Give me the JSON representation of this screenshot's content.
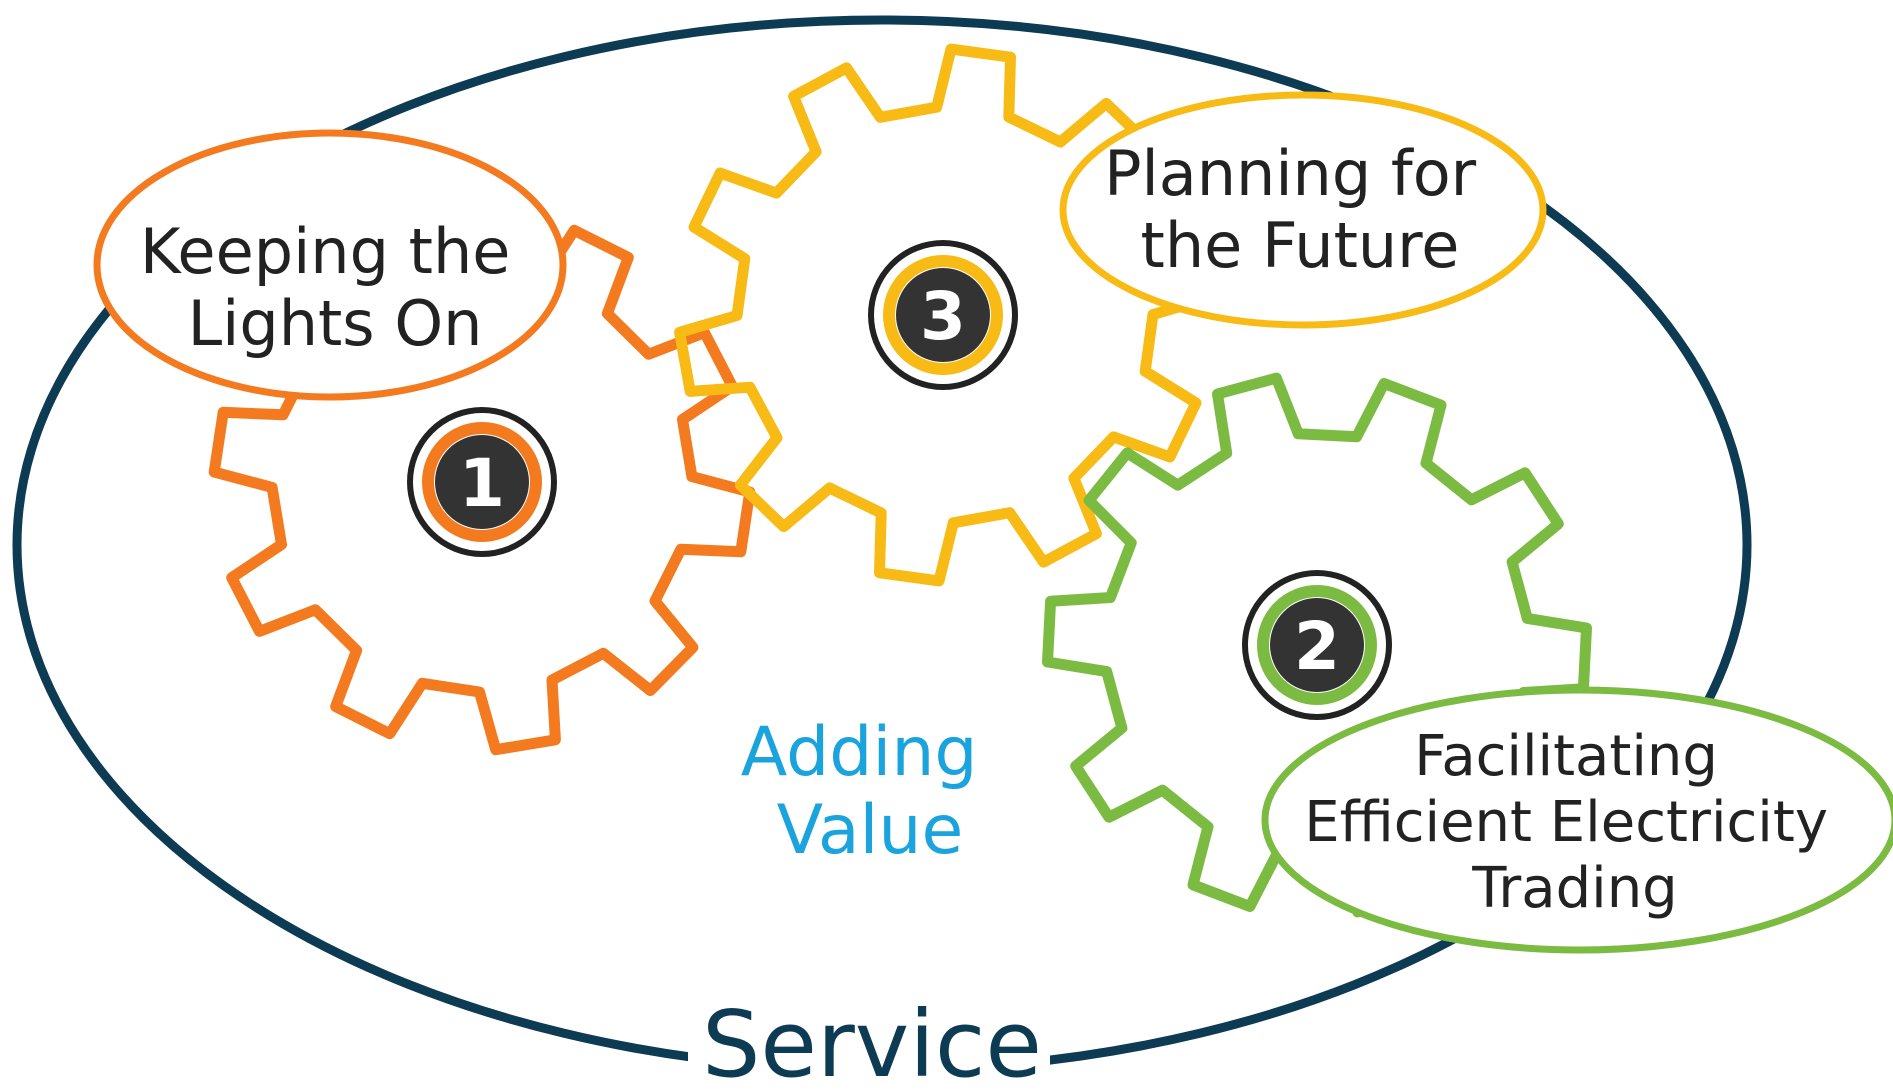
{
  "diagram": {
    "outer_label": "Service",
    "center_label": [
      "Adding",
      "Value"
    ],
    "center_label_color": "#1aa3dc",
    "ring_color": "#0d3b54",
    "gears": [
      {
        "number": "1",
        "color": "#f47a1f",
        "label": [
          "Keeping the",
          "Lights On"
        ]
      },
      {
        "number": "3",
        "color": "#f8bb15",
        "label": [
          "Planning for",
          "the Future"
        ]
      },
      {
        "number": "2",
        "color": "#7cbb42",
        "label": [
          "Facilitating",
          "Efficient Electricity",
          "Trading"
        ]
      }
    ],
    "badge_fill": "#333333",
    "badge_text_color": "#ffffff"
  }
}
